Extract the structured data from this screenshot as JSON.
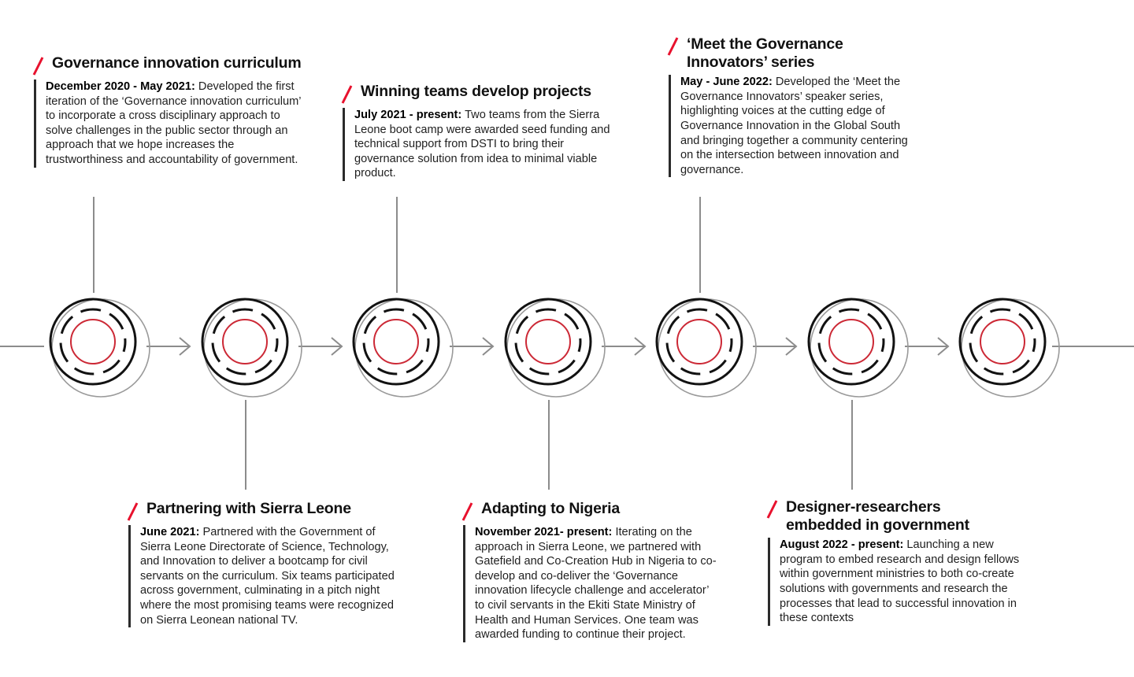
{
  "theme": {
    "accent_red": "#E8112D",
    "node_red": "#CC2936",
    "line_gray": "#8C8C8C",
    "ring_black": "#121212",
    "rule_dark": "#2B2B2B",
    "background": "#FFFFFF"
  },
  "graphic": {
    "node_count": 7,
    "node_icon_name": "concentric-circles-node",
    "connector_icon_name": "arrow-right-connector"
  },
  "cards": {
    "curriculum": {
      "title": "Governance innovation curriculum",
      "lead": "December 2020 - May 2021:",
      "body": " Developed the first iteration of the ‘Governance innovation curriculum’ to incorporate a cross disciplinary approach to solve challenges in the public sector through an approach that we hope increases the trustworthiness and accountability of government."
    },
    "winning_teams": {
      "title": "Winning teams develop projects",
      "lead": "July 2021 - present:",
      "body": " Two teams from the Sierra Leone boot camp were awarded seed funding and technical support from DSTI to bring their governance solution from idea to minimal viable product."
    },
    "meet_innovators": {
      "title": "‘Meet the Governance\nInnovators’ series",
      "lead": "May - June 2022:",
      "body": " Developed the ‘Meet the Governance Innovators’ speaker series, highlighting voices at the cutting edge of Governance Innovation in the Global South and bringing together a community centering on the intersection between innovation and governance."
    },
    "sierra_leone": {
      "title": "Partnering with Sierra Leone",
      "lead": "June 2021:",
      "body": " Partnered with the Government of Sierra Leone Directorate of Science, Technology, and Innovation to deliver a bootcamp for civil servants on the curriculum. Six teams participated across government, culminating in a pitch night where the most promising teams were recognized on Sierra Leonean national TV."
    },
    "nigeria": {
      "title": "Adapting to Nigeria",
      "lead": "November 2021- present:",
      "body": " Iterating on the approach in Sierra Leone, we partnered with Gatefield and Co-Creation Hub in Nigeria to co-develop and co-deliver the ‘Governance innovation lifecycle challenge and accelerator’ to civil servants in the Ekiti State Ministry of Health and Human Services. One team was awarded funding to continue their project."
    },
    "designers": {
      "title": "Designer-researchers\nembedded in government",
      "lead": "August 2022 - present:",
      "body": " Launching a new program to embed research and design fellows within government ministries to both co-create solutions with governments and research the processes that lead to successful innovation in these contexts"
    }
  }
}
